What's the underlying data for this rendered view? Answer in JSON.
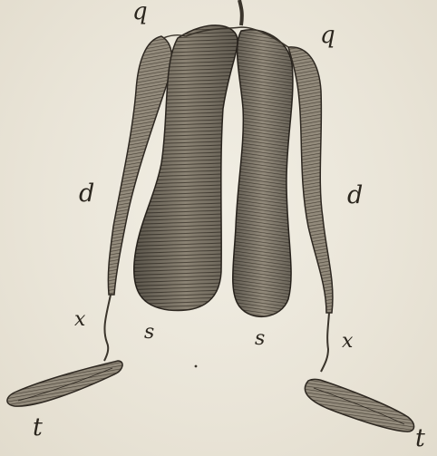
{
  "figure": {
    "labels": {
      "q_left": "q",
      "q_right": "q",
      "d_left": "d",
      "d_right": "d",
      "x_left": "x",
      "x_right": "x",
      "s_left": "s",
      "s_right": "s",
      "t_left": "t",
      "t_right": "t"
    }
  },
  "colors": {
    "paper": "#ece8dc",
    "ink": "#2a251d",
    "organ_fill": "#7d7567",
    "organ_dark": "#4a4338"
  }
}
